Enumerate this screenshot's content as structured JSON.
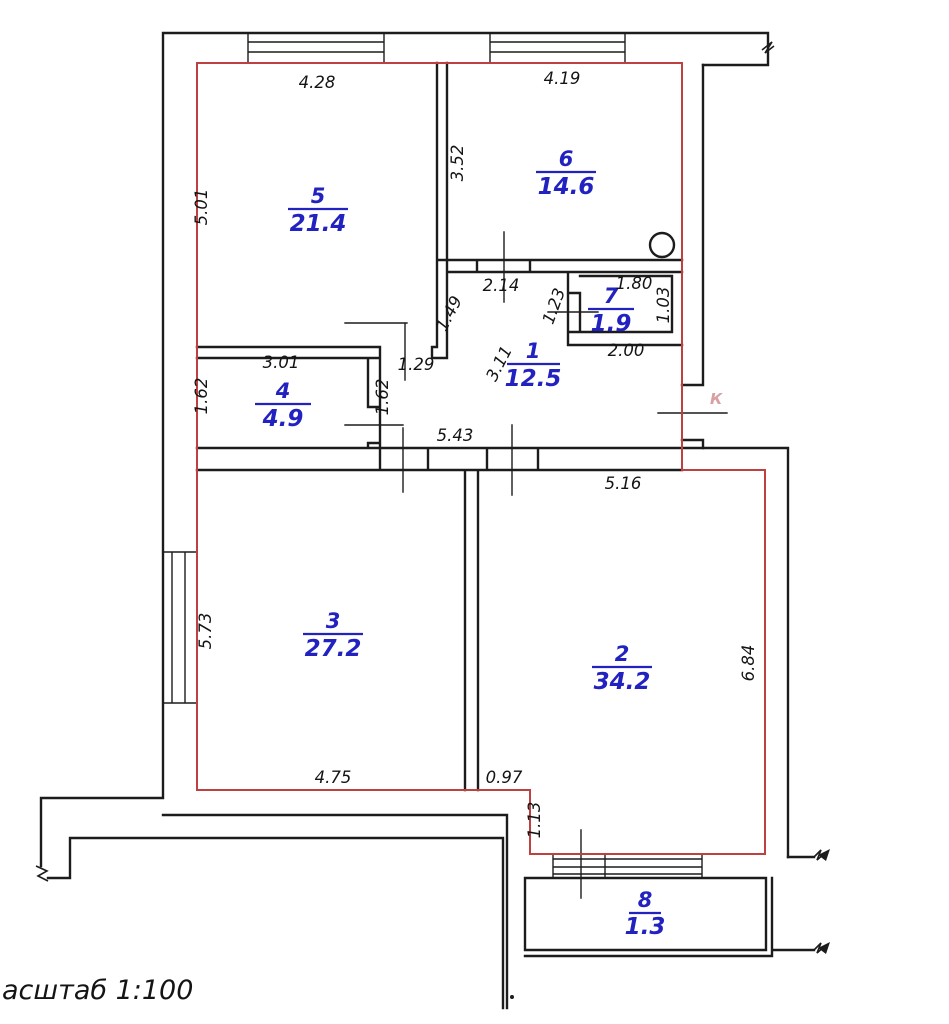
{
  "scale_label": "асштаб 1:100",
  "watermark_letter": "К",
  "colors": {
    "wall": "#1c1c1c",
    "boundary": "#bf4040",
    "room_label": "#2222c0",
    "dimension": "#141414",
    "watermark": "#d8a0a0"
  },
  "rooms": {
    "r1": {
      "number": "1",
      "area": "12.5"
    },
    "r2": {
      "number": "2",
      "area": "34.2"
    },
    "r3": {
      "number": "3",
      "area": "27.2"
    },
    "r4": {
      "number": "4",
      "area": "4.9"
    },
    "r5": {
      "number": "5",
      "area": "21.4"
    },
    "r6": {
      "number": "6",
      "area": "14.6"
    },
    "r7": {
      "number": "7",
      "area": "1.9"
    },
    "r8": {
      "number": "8",
      "area": "1.3"
    }
  },
  "dims": {
    "d428": "4.28",
    "d419": "4.19",
    "d501": "5.01",
    "d352": "3.52",
    "d214": "2.14",
    "d149": "1.49",
    "d123": "1.23",
    "d180": "1.80",
    "d103": "1.03",
    "d200": "2.00",
    "d301": "3.01",
    "d129": "1.29",
    "d162L": "1.62",
    "d162R": "1.62",
    "d311": "3.11",
    "d543": "5.43",
    "d516": "5.16",
    "d573": "5.73",
    "d684": "6.84",
    "d475": "4.75",
    "d097": "0.97",
    "d113": "1.13"
  }
}
